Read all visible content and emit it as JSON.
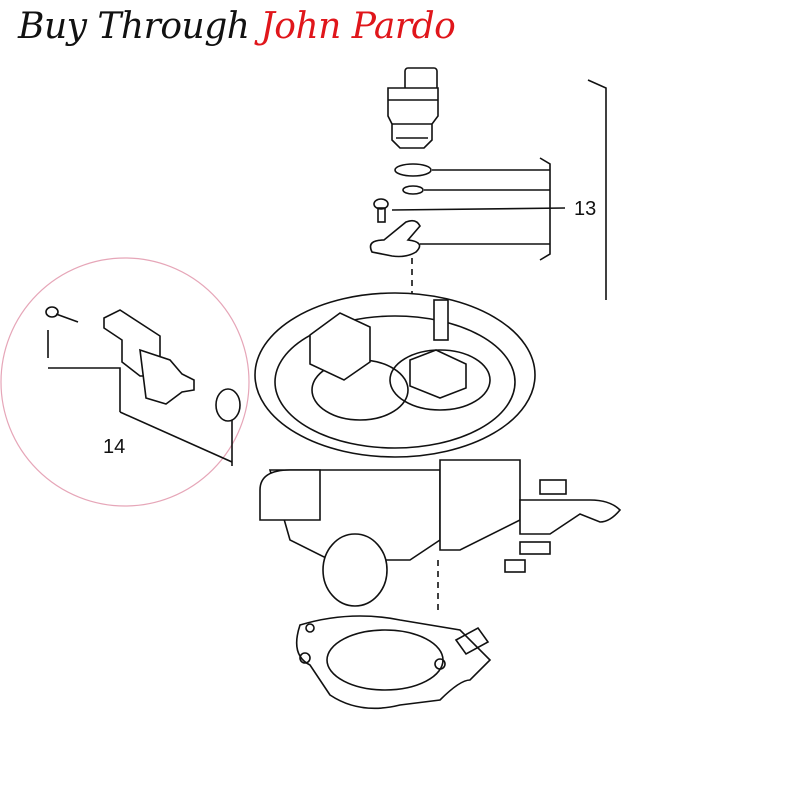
{
  "header": {
    "title_black": "Buy Through",
    "title_red": "John Pardo"
  },
  "diagram": {
    "callouts": [
      {
        "id": "13",
        "label": "13"
      },
      {
        "id": "14",
        "label": "14"
      }
    ]
  },
  "colors": {
    "accent": "#e0161b",
    "highlight_circle": "#e6a6b8"
  }
}
